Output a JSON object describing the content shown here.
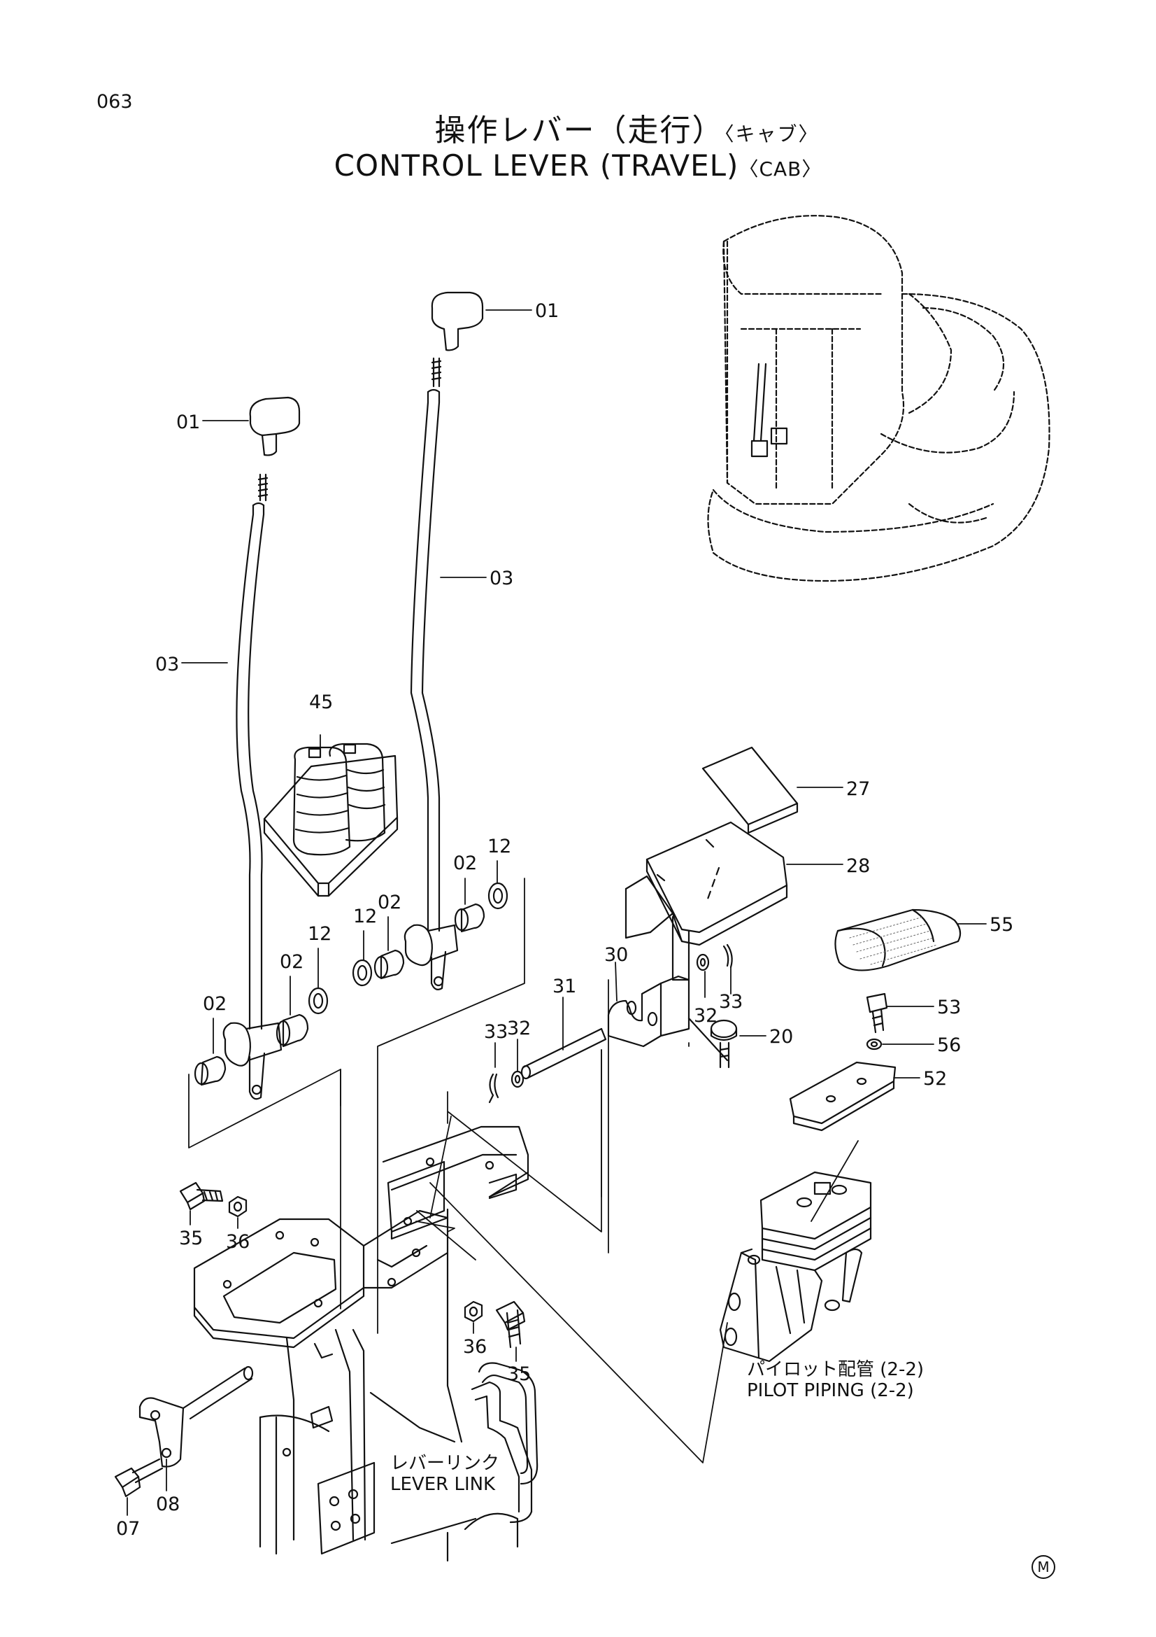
{
  "page_number": "063",
  "title": {
    "jp": "操作レバー（走行）",
    "jp_sub": "〈キャブ〉",
    "en": "CONTROL LEVER (TRAVEL)",
    "en_sub": "〈CAB〉"
  },
  "references": [
    {
      "jp": "パイロット配管 (2-2)",
      "en": "PILOT PIPING (2-2)"
    },
    {
      "jp": "レバーリンク",
      "en": "LEVER LINK"
    }
  ],
  "callouts": [
    "01",
    "01",
    "03",
    "03",
    "45",
    "27",
    "28",
    "55",
    "12",
    "02",
    "12",
    "02",
    "12",
    "02",
    "02",
    "30",
    "31",
    "32",
    "33",
    "33",
    "32",
    "20",
    "53",
    "56",
    "52",
    "35",
    "36",
    "36",
    "35",
    "07",
    "08"
  ],
  "mark": "M"
}
